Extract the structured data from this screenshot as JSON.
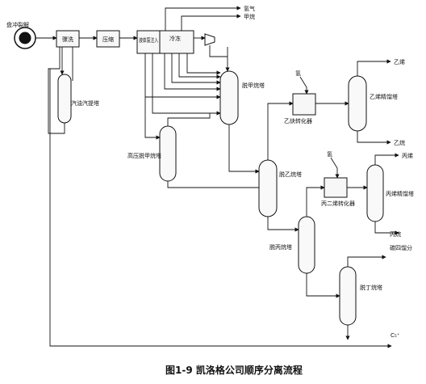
{
  "nodes": {
    "feed": "盘冲裂解",
    "quench": "骤洗",
    "compress": "压缩",
    "dry_inject": "液体泵注入",
    "cooling": "冷冻",
    "demethanizer": "脱甲烷塔",
    "debutenizer_aux": "高压脱甲烷塔",
    "steam_stripper": "汽油汽提塔",
    "deethanizer": "脱乙烷塔",
    "acetylene_reactor": "乙炔转化器",
    "ethylene_splitter": "乙烯精馏塔",
    "depropanizer": "脱丙烷塔",
    "propyne_reactor": "丙二烯转化器",
    "propylene_splitter": "丙烯精馏塔",
    "debutanizer": "脱丁烷塔"
  },
  "streams": {
    "hydrogen": "氢气",
    "methane": "甲烷",
    "h2_feed_1": "氢",
    "h2_feed_2": "氢",
    "ethylene": "乙烯",
    "ethane": "乙烷",
    "propylene": "丙烯",
    "propane": "丙烷",
    "mixed_c4": "碳四馏分",
    "c5_plus": "C₅⁺"
  },
  "caption": "图1-9   凯洛格公司顺序分离流程"
}
